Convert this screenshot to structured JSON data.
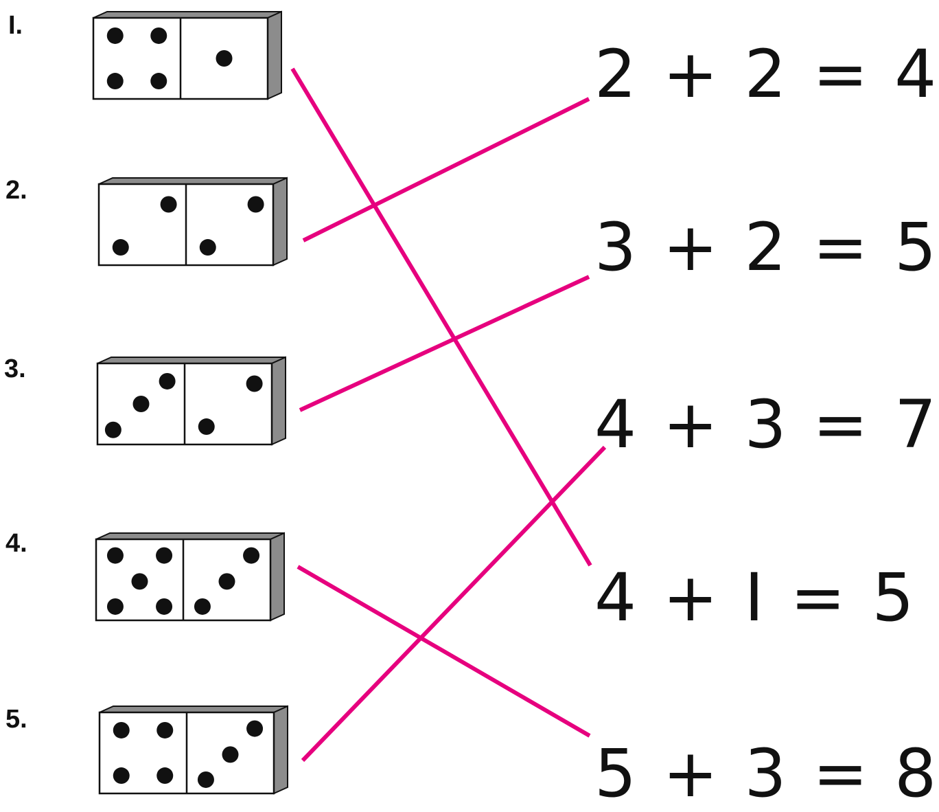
{
  "problems": [
    {
      "number": "I.",
      "left_pips": 4,
      "right_pips": 1
    },
    {
      "number": "2.",
      "left_pips": 2,
      "right_pips": 2
    },
    {
      "number": "3.",
      "left_pips": 3,
      "right_pips": 2
    },
    {
      "number": "4.",
      "left_pips": 5,
      "right_pips": 3
    },
    {
      "number": "5.",
      "left_pips": 4,
      "right_pips": 3
    }
  ],
  "equations": [
    "2 + 2 = 4",
    "3 + 2 = 5",
    "4 + 3 = 7",
    "4 + I = 5",
    "5 + 3 = 8"
  ],
  "matches": [
    {
      "domino": 1,
      "equation": 4
    },
    {
      "domino": 2,
      "equation": 1
    },
    {
      "domino": 3,
      "equation": 2
    },
    {
      "domino": 4,
      "equation": 5
    },
    {
      "domino": 5,
      "equation": 3
    }
  ],
  "colors": {
    "line": "#e6007e",
    "domino_side": "#8c8c8c",
    "pip": "#111111"
  }
}
